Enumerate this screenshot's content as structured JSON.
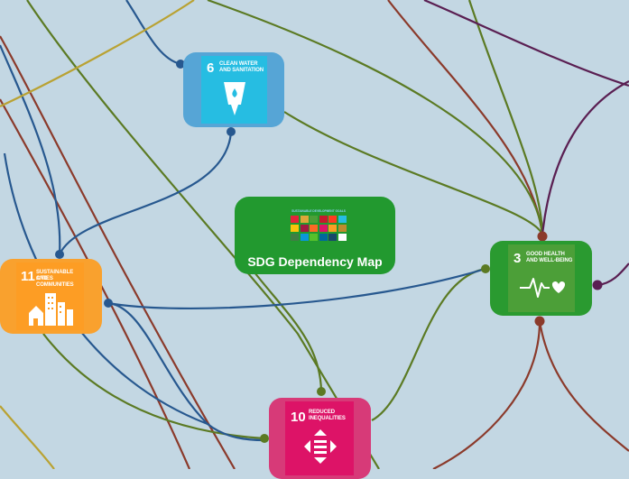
{
  "central": {
    "title": "SDG Dependency Map",
    "mosaic_caption": "SUSTAINABLE DEVELOPMENT GOALS"
  },
  "goals": {
    "g6": {
      "number": "6",
      "label_line1": "CLEAN WATER",
      "label_line2": "AND SANITATION",
      "color": "#26bde2",
      "frame": "#56a5d6"
    },
    "g3": {
      "number": "3",
      "label_line1": "GOOD HEALTH",
      "label_line2": "AND WELL-BEING",
      "color": "#4c9f38",
      "frame": "#2a9a30"
    },
    "g11": {
      "number": "11",
      "label_line1": "SUSTAINABLE CITIES",
      "label_line2": "AND COMMUNITIES",
      "color": "#fd9d24",
      "frame": "#f9a12e"
    },
    "g10": {
      "number": "10",
      "label_line1": "REDUCED",
      "label_line2": "INEQUALITIES",
      "color": "#dd1367",
      "frame": "#d73a78"
    }
  },
  "edge_colors": {
    "blue": "#27588f",
    "olive": "#5b7a23",
    "brown": "#8b3a2b",
    "purple": "#5a1f52",
    "mustard": "#b9a233"
  },
  "mosaic_colors": [
    "#e5243b",
    "#dda63a",
    "#4c9f38",
    "#c5192d",
    "#ff3a21",
    "#26bde2",
    "#fcc30b",
    "#a21942",
    "#fd6925",
    "#dd1367",
    "#fd9d24",
    "#bf8b2e",
    "#3f7e44",
    "#0a97d9",
    "#56c02b",
    "#00689d",
    "#19486a",
    "#ffffff"
  ]
}
